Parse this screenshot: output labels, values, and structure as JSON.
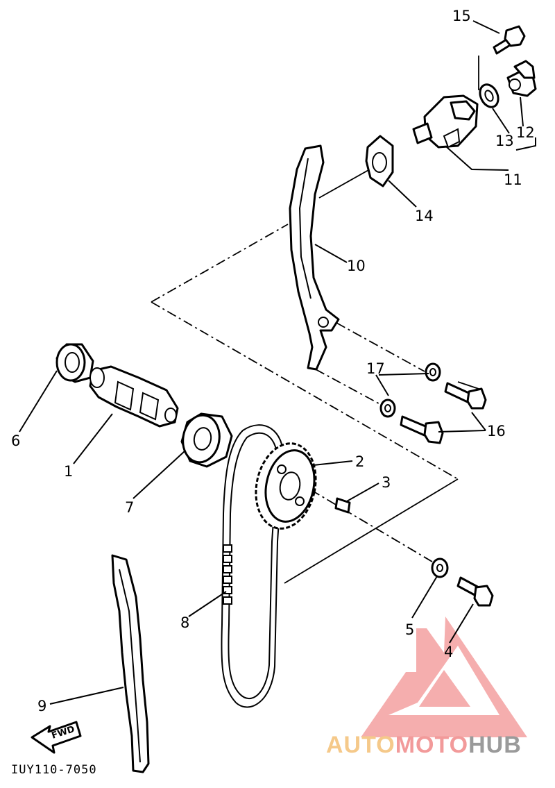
{
  "callouts": {
    "c1": "1",
    "c2": "2",
    "c3": "3",
    "c4": "4",
    "c5": "5",
    "c6": "6",
    "c7": "7",
    "c8": "8",
    "c9": "9",
    "c10": "10",
    "c11": "11",
    "c12": "12",
    "c13": "13",
    "c14": "14",
    "c15": "15",
    "c16": "16",
    "c17": "17"
  },
  "diagram_code": "IUY110-7050",
  "direction_label": "FWD",
  "watermark": {
    "part1": "AUTO",
    "part2": "MOTO",
    "part3": "HUB",
    "color1": "#f5c98a",
    "color2": "#f29a9a",
    "color3": "#9a9a9a",
    "mark_color": "#f4a0a0"
  }
}
